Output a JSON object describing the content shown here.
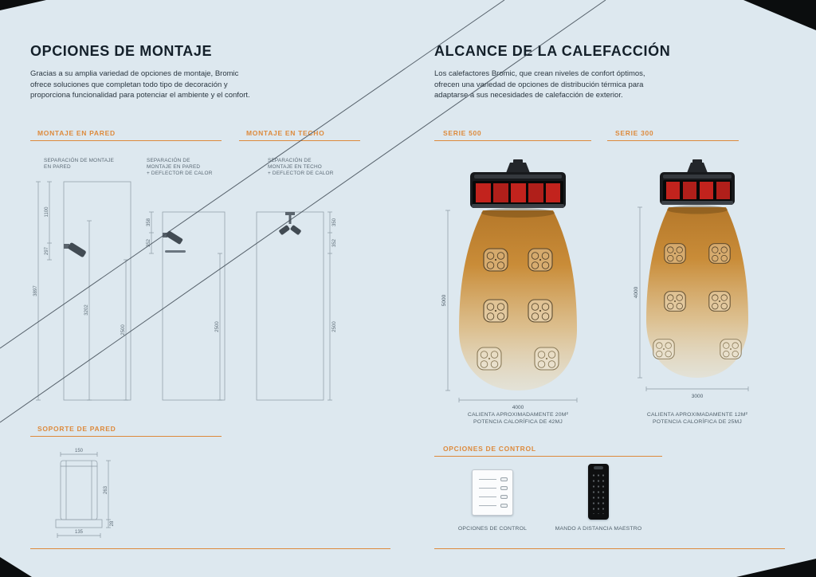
{
  "page": {
    "bg": "#dde8ef",
    "accent": "#dd8a3c"
  },
  "left": {
    "title": "OPCIONES DE MONTAJE",
    "intro": "Gracias a su amplia variedad de opciones de montaje, Bromic\nofrece soluciones que completan todo tipo de decoración y\nproporciona funcionalidad para potenciar el ambiente y el confort.",
    "wall_heading": "MONTAJE EN PARED",
    "ceiling_heading": "MONTAJE EN TECHO",
    "d1": {
      "label": "SEPARACIÓN DE MONTAJE\nEN PARED",
      "dim_total": "3897",
      "dim_top": "1100",
      "dim_heater": "297",
      "dim_mid": "3202",
      "dim_floor": "2500"
    },
    "d2": {
      "label": "SEPARACIÓN DE\nMONTAJE EN PARED\n+ DEFLECTOR DE CALOR",
      "dim_top": "358",
      "dim_heater": "352",
      "dim_floor": "2500"
    },
    "d3": {
      "label": "SEPARACIÓN DE\nMONTAJE EN TECHO\n+ DEFLECTOR DE CALOR",
      "dim_top": "350",
      "dim_heater": "352",
      "dim_floor": "2500"
    },
    "bracket": {
      "heading": "SOPORTE DE PARED",
      "dim_top_width": "150",
      "dim_height": "263",
      "dim_base_width": "135",
      "dim_base_height": "28"
    }
  },
  "right": {
    "title": "ALCANCE DE LA CALEFACCIÓN",
    "intro": "Los calefactores Bromic, que crean niveles de confort óptimos,\nofrecen una variedad de opciones de distribución térmica para\nadaptarse a sus necesidades de calefacción de exterior.",
    "serie500": {
      "heading": "SERIE 500",
      "dim_height": "5000",
      "dim_width": "4000",
      "caption": "CALIENTA APROXIMADAMENTE 20M²\nPOTENCIA CALORÍFICA DE 42MJ"
    },
    "serie300": {
      "heading": "SERIE 300",
      "dim_height": "4000",
      "dim_width": "3000",
      "caption": "CALIENTA APROXIMADAMENTE 12M²\nPOTENCIA CALORÍFICA DE 25MJ"
    },
    "controls": {
      "heading": "OPCIONES DE CONTROL",
      "wall_label": "OPCIONES DE CONTROL",
      "remote_label": "MANDO A DISTANCIA MAESTRO"
    }
  }
}
